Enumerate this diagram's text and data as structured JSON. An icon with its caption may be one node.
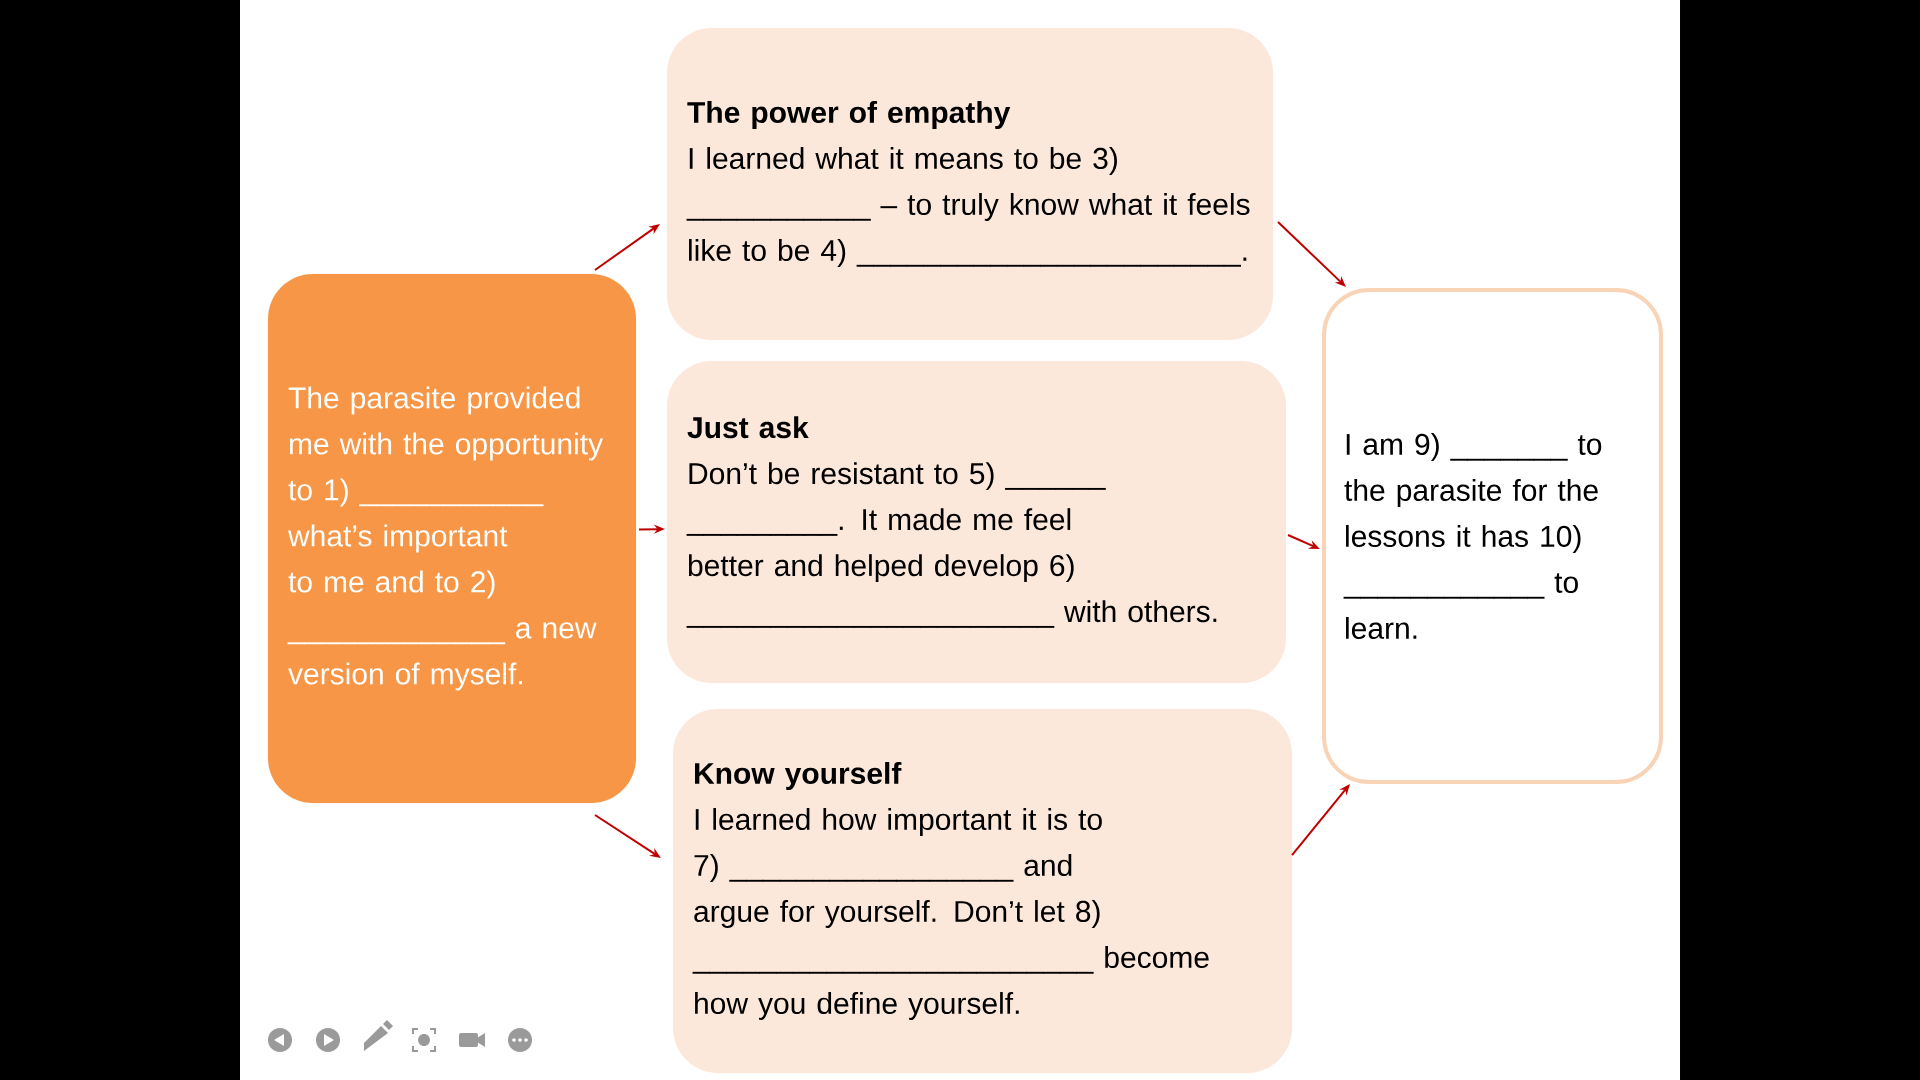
{
  "diagram": {
    "nodes": [
      {
        "text": [
          "The parasite provided me with the opportunity to 1) ___________ what’s important to me and to 2) _____________ a new version of myself."
        ]
      },
      {
        "text": [
          "The power of empathy",
          "I learned what it means to be 3) ___________ – to truly know what it feels like to be 4) _______________________."
        ]
      },
      {
        "text": [
          "Just ask",
          "Don’t be resistant to 5) ______ _________. It made me feel better and helped develop 6) ______________________ with others."
        ]
      },
      {
        "text": [
          "Know yourself",
          "I learned how important it is to 7) _________________ and argue for yourself. Don’t let 8) ________________________ become how you define yourself."
        ]
      },
      {
        "text": [
          "I am 9) _______ to the parasite for the lessons it has 10) ____________ to learn."
        ]
      }
    ],
    "edges": [
      {
        "from": 0,
        "to": 1,
        "arrow": "to"
      },
      {
        "from": 0,
        "to": 2,
        "arrow": "to"
      },
      {
        "from": 0,
        "to": 3,
        "arrow": "to"
      },
      {
        "from": 1,
        "to": 4,
        "arrow": "to"
      },
      {
        "from": 2,
        "to": 4,
        "arrow": "to"
      },
      {
        "from": 3,
        "to": 4,
        "arrow": "to"
      }
    ]
  }
}
